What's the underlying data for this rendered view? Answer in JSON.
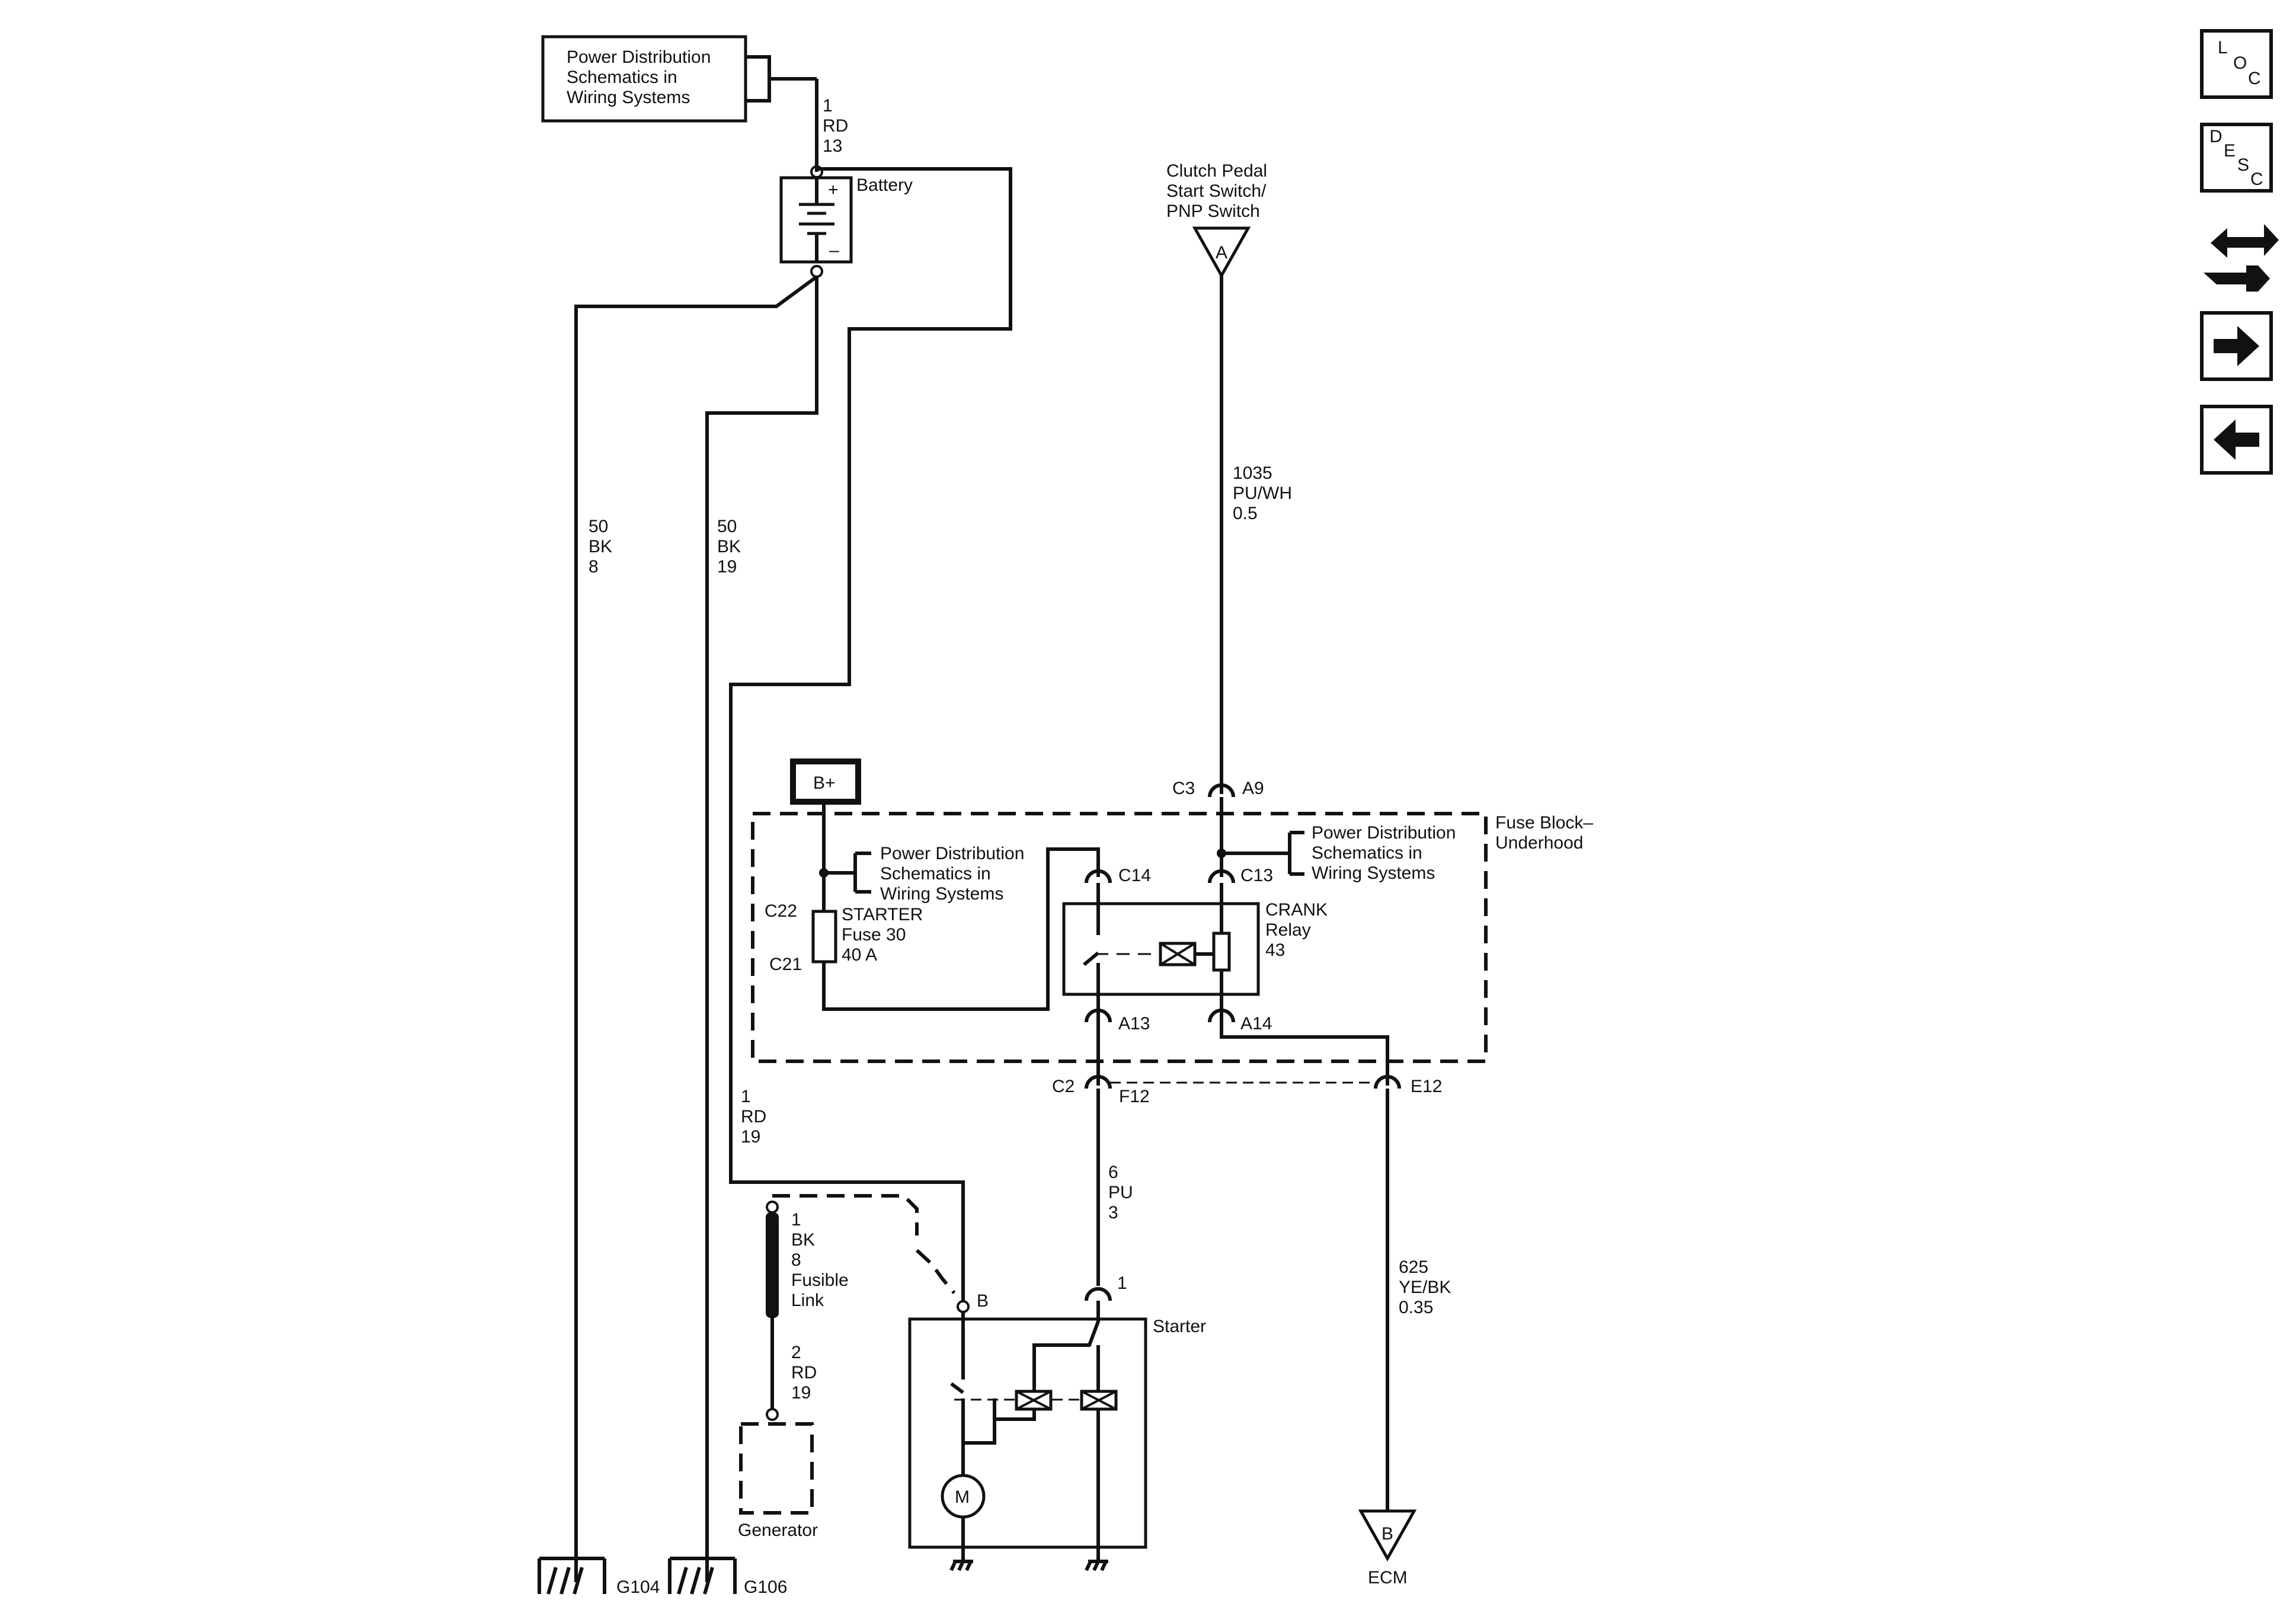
{
  "nav_buttons": {
    "loc": {
      "chars": [
        "L",
        "O",
        "C"
      ]
    },
    "desc": {
      "chars": [
        "D",
        "E",
        "S",
        "C"
      ]
    }
  },
  "power_dist_ref": "Power Distribution|Schematics in|Wiring Systems",
  "battery": {
    "label": "Battery",
    "plus": "+",
    "minus": "–",
    "wire_in": "1|RD|13"
  },
  "ground_wires": {
    "g104_wire": "50|BK|8",
    "g106_wire": "50|BK|19"
  },
  "clutch_switch": {
    "label": "Clutch Pedal|Start Switch/|PNP Switch",
    "connector": "A",
    "wire": "1035|PU/WH|0.5"
  },
  "fuse_block": {
    "title": "Fuse Block–|Underhood",
    "b_plus": "B+",
    "c3": "C3",
    "a9": "A9",
    "power_ref_left": "Power Distribution|Schematics in|Wiring Systems",
    "power_ref_right": "Power Distribution|Schematics in|Wiring Systems",
    "c22": "C22",
    "c21": "C21",
    "fuse_label": "STARTER|Fuse 30|40 A",
    "c14": "C14",
    "c13": "C13",
    "relay_label": "CRANK|Relay|43",
    "a13": "A13",
    "a14": "A14",
    "c2": "C2",
    "f12": "F12",
    "e12": "E12"
  },
  "wires": {
    "red_19": "1|RD|19",
    "pu_3": "6|PU|3",
    "ye_bk": "625|YE/BK|0.35"
  },
  "fusible": {
    "top": "1|BK|8|Fusible|Link",
    "bottom": "2|RD|19"
  },
  "generator": {
    "label": "Generator"
  },
  "starter": {
    "label": "Starter",
    "terminal_b": "B",
    "terminal_1": "1",
    "motor": "M"
  },
  "ecm": {
    "connector": "B",
    "label": "ECM"
  },
  "grounds": {
    "g104": "G104",
    "g106": "G106"
  }
}
